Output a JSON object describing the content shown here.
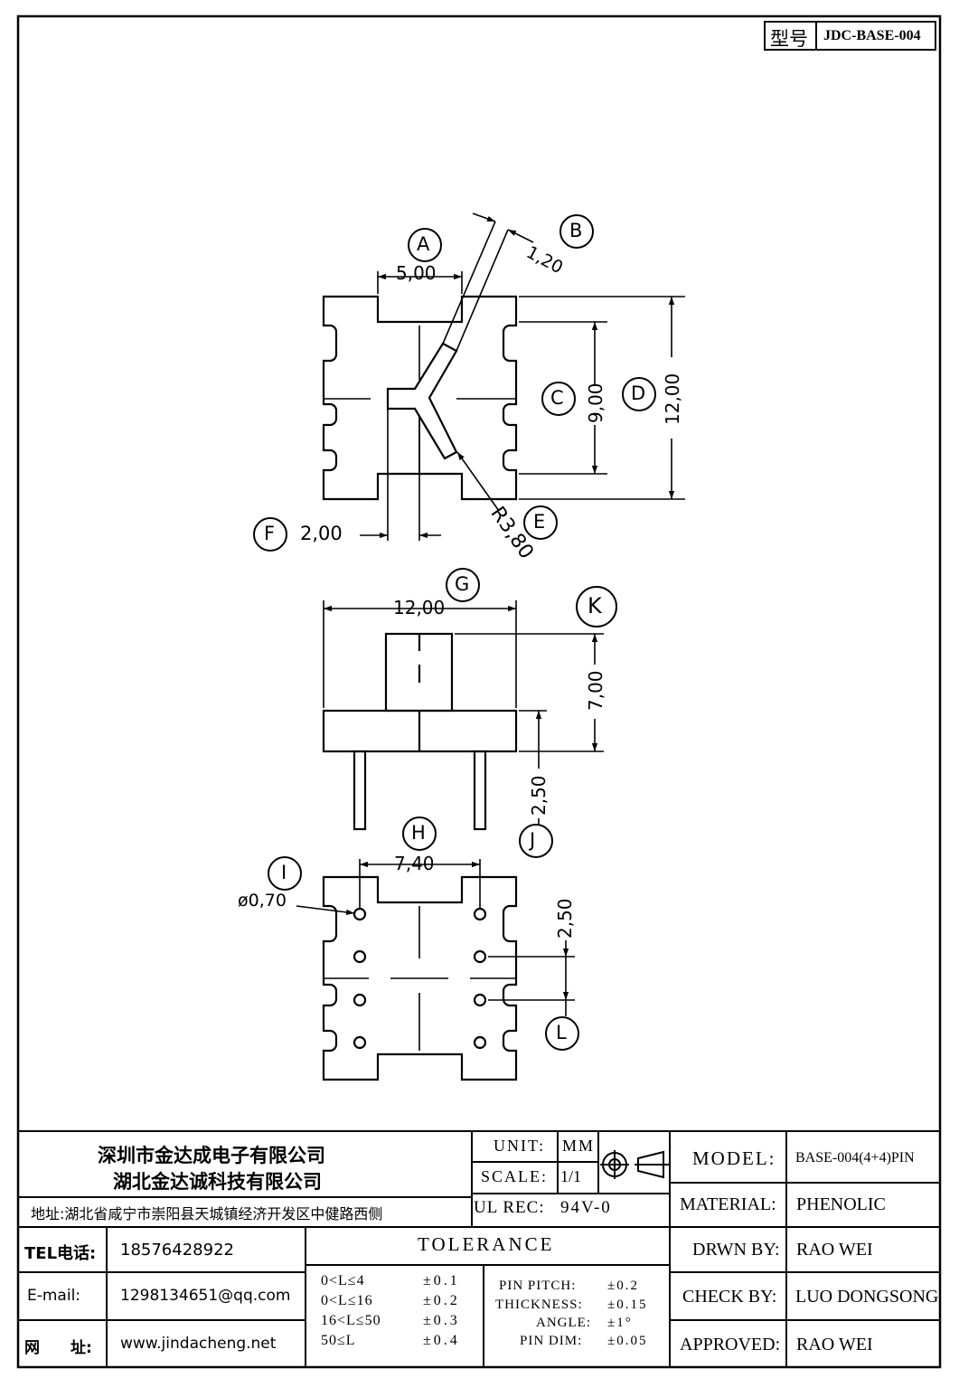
{
  "model_no": {
    "label": "型号",
    "value": "JDC-BASE-004"
  },
  "dims": {
    "A": {
      "tag": "A",
      "value": "5,00"
    },
    "B": {
      "tag": "B",
      "value": "1,20"
    },
    "C": {
      "tag": "C",
      "value": "9,00"
    },
    "D": {
      "tag": "D",
      "value": "12,00"
    },
    "E": {
      "tag": "E",
      "value": "R3,80"
    },
    "F": {
      "tag": "F",
      "value": "2,00"
    },
    "G": {
      "tag": "G",
      "value": "12,00"
    },
    "H": {
      "tag": "H",
      "value": "7,40"
    },
    "I": {
      "tag": "I",
      "value": "ø0,70"
    },
    "J": {
      "tag": "J",
      "value": "2,50"
    },
    "K": {
      "tag": "K",
      "value": "7,00"
    },
    "L": {
      "tag": "L",
      "value": "2,50"
    }
  },
  "title_block": {
    "company_1": "深圳市金达成电子有限公司",
    "company_2": "湖北金达诚科技有限公司",
    "address": "地址:湖北省咸宁市崇阳县天城镇经济开发区中健路西侧",
    "tel_label": "TEL电话:",
    "tel": "18576428922",
    "email_label": "E-mail:",
    "email": "1298134651@qq.com",
    "web_label": "网　　址:",
    "web": "www.jindacheng.net",
    "unit_label": "UNIT:",
    "unit": "MM",
    "scale_label": "SCALE:",
    "scale": "1/1",
    "ulrec_label": "UL REC:",
    "ulrec": "94V-0",
    "tolerance_title": "TOLERANCE",
    "tolerances": [
      {
        "range": "0<L≤4",
        "tol": "±0.1"
      },
      {
        "range": "0<L≤16",
        "tol": "±0.2"
      },
      {
        "range": "16<L≤50",
        "tol": "±0.3"
      },
      {
        "range": "50≤L",
        "tol": "±0.4"
      }
    ],
    "specs": [
      {
        "label": "PIN PITCH:",
        "tol": "±0.2"
      },
      {
        "label": "THICKNESS:",
        "tol": "±0.15"
      },
      {
        "label": "ANGLE:",
        "tol": "±1°"
      },
      {
        "label": "PIN DIM:",
        "tol": "±0.05"
      }
    ],
    "model_label": "MODEL:",
    "model": "BASE-004(4+4)PIN",
    "material_label": "MATERIAL:",
    "material": "PHENOLIC",
    "drawn_label": "DRWN BY:",
    "drawn": "RAO WEI",
    "check_label": "CHECK BY:",
    "check": "LUO DONGSONG",
    "approved_label": "APPROVED:",
    "approved": "RAO WEI"
  }
}
